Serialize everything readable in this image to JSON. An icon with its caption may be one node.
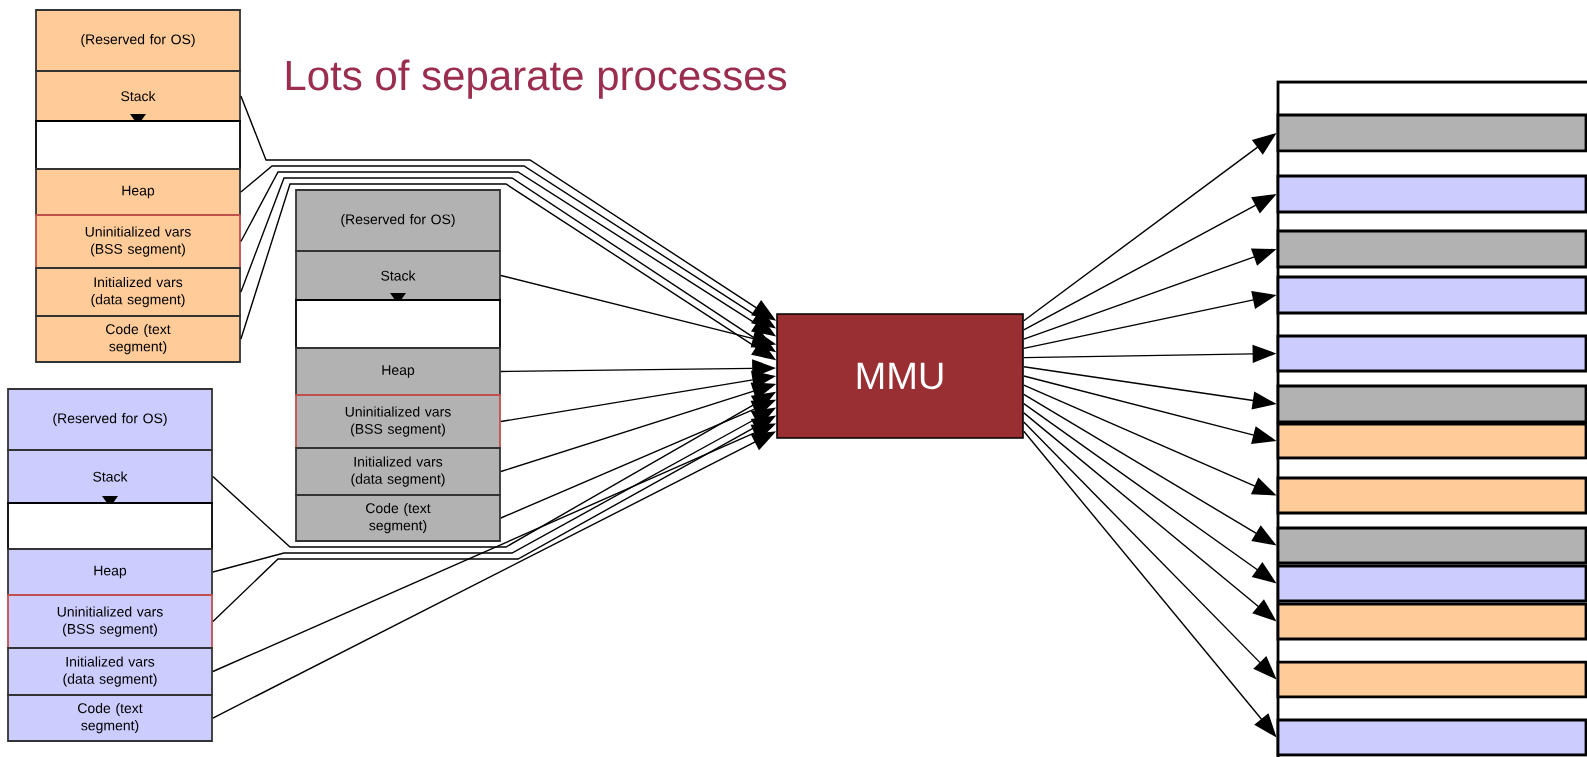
{
  "diagram": {
    "title": "Lots of separate processes",
    "nodes": [
      {
        "text": [
          "(Reserved for OS)"
        ]
      },
      {
        "text": [
          "Stack"
        ]
      },
      {
        "text": [],
        "shape": "box"
      },
      {
        "text": [
          "Heap"
        ]
      },
      {
        "text": [
          "Uninitialized vars (BSS segment)"
        ]
      },
      {
        "text": [
          "Initialized vars (data segment)"
        ]
      },
      {
        "text": [
          "Code (text segment)"
        ]
      },
      {
        "text": [
          "(Reserved for OS)"
        ]
      },
      {
        "text": [
          "Stack"
        ]
      },
      {
        "text": [],
        "shape": "box"
      },
      {
        "text": [
          "Heap"
        ]
      },
      {
        "text": [
          "Uninitialized vars (BSS segment)"
        ]
      },
      {
        "text": [
          "Initialized vars (data segment)"
        ]
      },
      {
        "text": [
          "Code (text segment)"
        ]
      },
      {
        "text": [
          "(Reserved for OS)"
        ]
      },
      {
        "text": [
          "Stack"
        ]
      },
      {
        "text": [],
        "shape": "box"
      },
      {
        "text": [
          "Heap"
        ]
      },
      {
        "text": [
          "Uninitialized vars (BSS segment)"
        ]
      },
      {
        "text": [
          "Initialized vars (data segment)"
        ]
      },
      {
        "text": [
          "Code (text segment)"
        ]
      },
      {
        "text": [
          "MMU"
        ]
      },
      {
        "text": [],
        "shape": "bar"
      },
      {
        "text": [],
        "shape": "bar"
      },
      {
        "text": [],
        "shape": "bar"
      },
      {
        "text": [],
        "shape": "bar"
      },
      {
        "text": [],
        "shape": "bar"
      },
      {
        "text": [],
        "shape": "bar"
      },
      {
        "text": [],
        "shape": "bar"
      },
      {
        "text": [],
        "shape": "bar"
      },
      {
        "text": [],
        "shape": "bar"
      },
      {
        "text": [],
        "shape": "bar"
      },
      {
        "text": [],
        "shape": "bar"
      },
      {
        "text": [],
        "shape": "bar"
      },
      {
        "text": [],
        "shape": "bar"
      }
    ],
    "edges": [
      {
        "from": 1,
        "to": 21,
        "arrow": "to"
      },
      {
        "from": 3,
        "to": 21,
        "arrow": "to"
      },
      {
        "from": 4,
        "to": 21,
        "arrow": "to"
      },
      {
        "from": 5,
        "to": 21,
        "arrow": "to"
      },
      {
        "from": 6,
        "to": 21,
        "arrow": "to"
      },
      {
        "from": 8,
        "to": 21,
        "arrow": "to"
      },
      {
        "from": 10,
        "to": 21,
        "arrow": "to"
      },
      {
        "from": 11,
        "to": 21,
        "arrow": "to"
      },
      {
        "from": 12,
        "to": 21,
        "arrow": "to"
      },
      {
        "from": 13,
        "to": 21,
        "arrow": "to"
      },
      {
        "from": 15,
        "to": 21,
        "arrow": "to"
      },
      {
        "from": 17,
        "to": 21,
        "arrow": "to"
      },
      {
        "from": 18,
        "to": 21,
        "arrow": "to"
      },
      {
        "from": 19,
        "to": 21,
        "arrow": "to"
      },
      {
        "from": 20,
        "to": 21,
        "arrow": "to"
      },
      {
        "from": 21,
        "to": 22,
        "arrow": "to"
      },
      {
        "from": 21,
        "to": 23,
        "arrow": "to"
      },
      {
        "from": 21,
        "to": 24,
        "arrow": "to"
      },
      {
        "from": 21,
        "to": 25,
        "arrow": "to"
      },
      {
        "from": 21,
        "to": 26,
        "arrow": "to"
      },
      {
        "from": 21,
        "to": 27,
        "arrow": "to"
      },
      {
        "from": 21,
        "to": 28,
        "arrow": "to"
      },
      {
        "from": 21,
        "to": 29,
        "arrow": "to"
      },
      {
        "from": 21,
        "to": 30,
        "arrow": "to"
      },
      {
        "from": 21,
        "to": 31,
        "arrow": "to"
      },
      {
        "from": 21,
        "to": 32,
        "arrow": "to"
      },
      {
        "from": 21,
        "to": 33,
        "arrow": "to"
      },
      {
        "from": 21,
        "to": 34,
        "arrow": "to"
      }
    ]
  }
}
